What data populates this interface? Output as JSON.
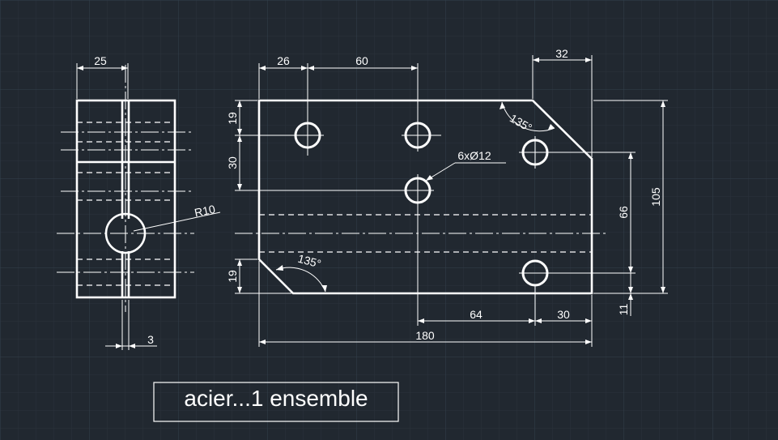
{
  "colors": {
    "background": "#212830",
    "grid_minor": "#2a323b",
    "grid_major": "#33404c",
    "lines": "#ffffff"
  },
  "title_block": {
    "text": "acier...1 ensemble"
  },
  "side_view": {
    "dims": {
      "width": "25",
      "thickness": "3",
      "radius": "R10"
    }
  },
  "front_view": {
    "dims": {
      "top_a": "26",
      "top_b": "60",
      "chamfer_w": "32",
      "left_top": "19",
      "left_mid": "30",
      "left_bottom": "19",
      "right_66": "66",
      "right_105": "105",
      "right_11": "11",
      "bottom_64": "64",
      "bottom_30": "30",
      "bottom_180": "180",
      "angle_top": "135°",
      "angle_bottom": "135°",
      "holes": "6xØ12"
    }
  }
}
